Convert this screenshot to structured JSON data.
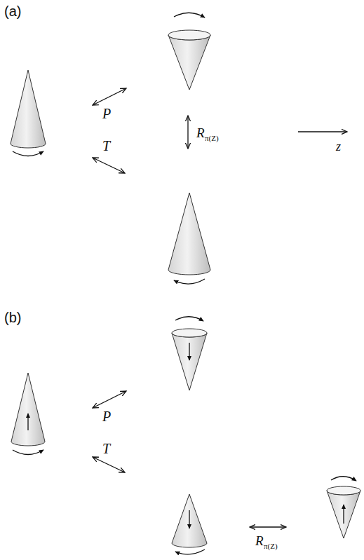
{
  "diagram": {
    "labels": [
      "(a)",
      "P",
      "T",
      "R",
      "π(Z)",
      "z",
      "(b)",
      "P",
      "T",
      "R",
      "π(Z)"
    ]
  }
}
